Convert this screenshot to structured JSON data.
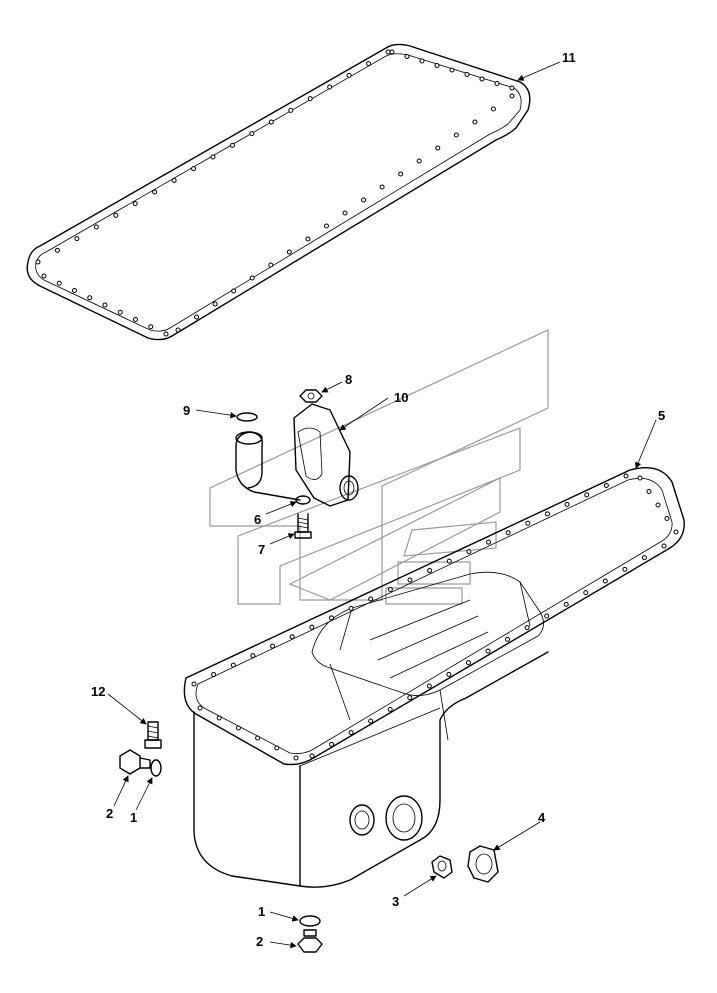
{
  "callouts": {
    "c11": "11",
    "c8": "8",
    "c9": "9",
    "c10": "10",
    "c5": "5",
    "c6": "6",
    "c7": "7",
    "c12": "12",
    "c2a": "2",
    "c1a": "1",
    "c4": "4",
    "c3": "3",
    "c1b": "1",
    "c2b": "2"
  },
  "colors": {
    "line": "#000000",
    "watermark": "#9a9a9a",
    "background": "#ffffff"
  }
}
